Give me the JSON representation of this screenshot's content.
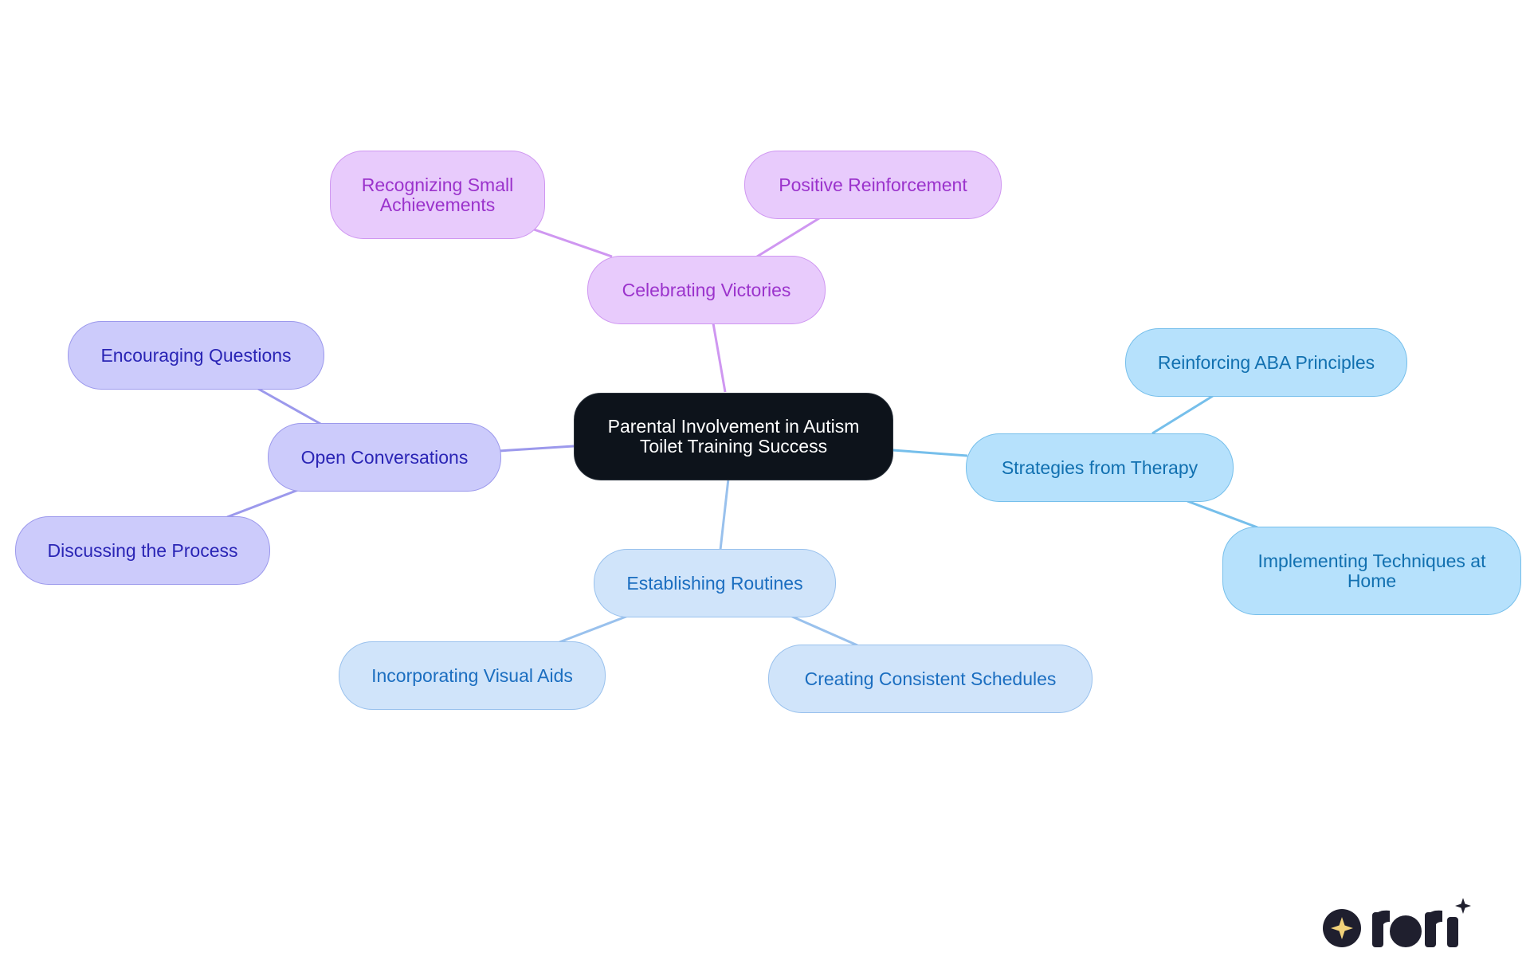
{
  "diagram": {
    "center": {
      "label": "Parental Involvement in Autism Toilet Training Success"
    },
    "branches": [
      {
        "id": "celebrating",
        "label": "Celebrating Victories",
        "color": "#cf97f1",
        "children": [
          "Recognizing Small Achievements",
          "Positive Reinforcement"
        ]
      },
      {
        "id": "open",
        "label": "Open Conversations",
        "color": "#9c99ec",
        "children": [
          "Encouraging Questions",
          "Discussing the Process"
        ]
      },
      {
        "id": "strategies",
        "label": "Strategies from Therapy",
        "color": "#76bfeb",
        "children": [
          "Reinforcing ABA Principles",
          "Implementing Techniques at Home"
        ]
      },
      {
        "id": "routines",
        "label": "Establishing Routines",
        "color": "#99c1ed",
        "children": [
          "Incorporating Visual Aids",
          "Creating Consistent Schedules"
        ]
      }
    ]
  },
  "logo": {
    "text": "rori"
  }
}
